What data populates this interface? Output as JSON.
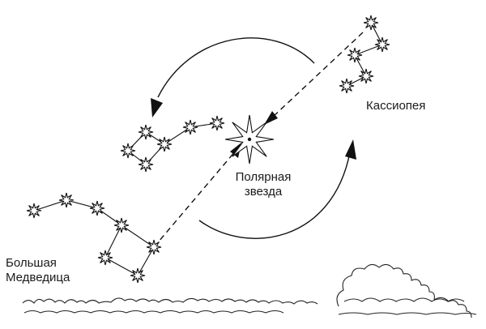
{
  "labels": {
    "polaris_line1": "Полярная",
    "polaris_line2": "звезда",
    "cassiopeia": "Кассиопея",
    "ursa_major_line1": "Большая",
    "ursa_major_line2": "Медведица"
  },
  "constellations": [
    {
      "id": "cassiopeia",
      "stars": 5
    },
    {
      "id": "ursa-minor",
      "stars": 7
    },
    {
      "id": "ursa-major",
      "stars": 7
    }
  ]
}
